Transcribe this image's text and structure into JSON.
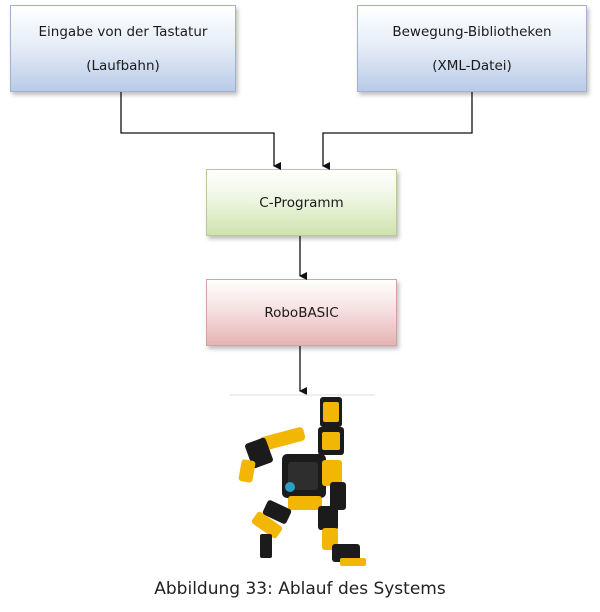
{
  "boxes": {
    "input": {
      "line1": "Eingabe von der Tastatur",
      "line2": "(Laufbahn)"
    },
    "library": {
      "line1": "Bewegung-Bibliotheken",
      "line2": "(XML-Datei)"
    },
    "c_program": {
      "label": "C-Programm"
    },
    "robobasic": {
      "label": "RoboBASIC"
    }
  },
  "caption": "Abbildung 33: Ablauf des Systems",
  "colors": {
    "blue_box": "#b9cbe7",
    "green_box": "#cfe2ad",
    "red_box": "#e5b3b3",
    "robot_body": "#f2b705",
    "robot_dark": "#1b1b1b"
  },
  "icons": {
    "robot_image": "humanoid-robot"
  }
}
